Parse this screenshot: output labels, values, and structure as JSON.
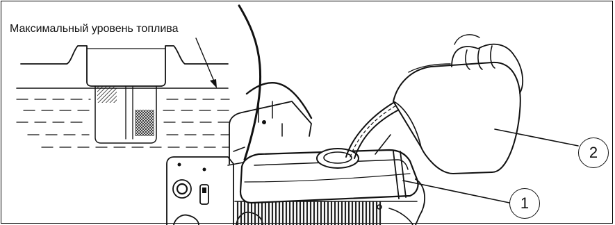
{
  "inset": {
    "label": "Максимальный уровень топлива"
  },
  "callouts": [
    {
      "number": "1"
    },
    {
      "number": "2"
    }
  ],
  "colors": {
    "line": "#111111",
    "background": "#ffffff"
  }
}
